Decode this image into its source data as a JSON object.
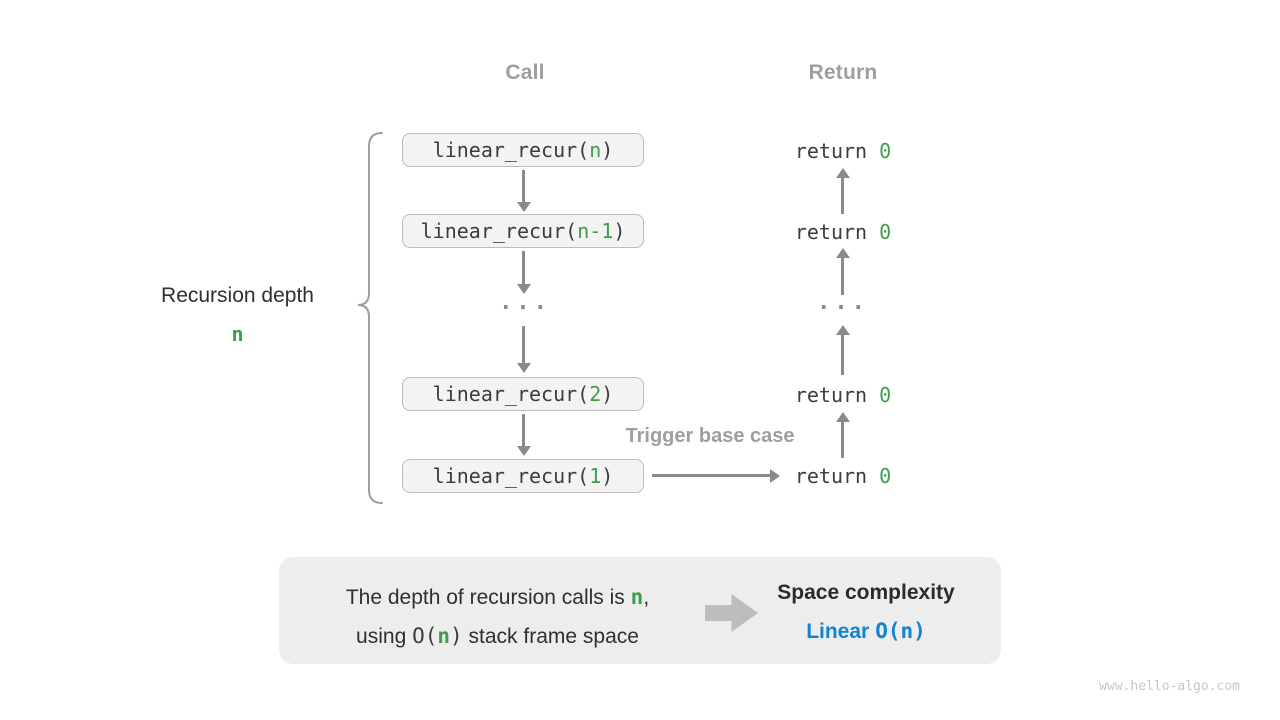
{
  "colors": {
    "green_accent": "#3f9e4c",
    "blue_accent": "#1383d4",
    "gray_label": "#9e9e9e",
    "arrow_gray": "#8a8a8a",
    "code_text": "#3c3c3c",
    "box_bg": "#f3f3f3",
    "box_border": "#bcbcbc",
    "summary_bg": "#ededed"
  },
  "headers": {
    "call": "Call",
    "return": "Return"
  },
  "left_label": {
    "title": "Recursion depth",
    "value": "n"
  },
  "diagram": {
    "ellipsis": "...",
    "call_stack": [
      {
        "prefix": "linear_recur(",
        "arg": "n",
        "suffix": ")"
      },
      {
        "prefix": "linear_recur(",
        "arg": "n-1",
        "suffix": ")"
      },
      {
        "prefix": "linear_recur(",
        "arg": "2",
        "suffix": ")"
      },
      {
        "prefix": "linear_recur(",
        "arg": "1",
        "suffix": ")"
      }
    ],
    "returns": [
      {
        "keyword": "return",
        "value": "0"
      },
      {
        "keyword": "return",
        "value": "0"
      },
      {
        "keyword": "return",
        "value": "0"
      },
      {
        "keyword": "return",
        "value": "0"
      }
    ],
    "trigger_label": "Trigger base case"
  },
  "summary": {
    "line1_pre": "The depth of recursion calls is ",
    "line1_n": "n",
    "line1_post": ",",
    "line2_pre": "using ",
    "line2_o_open": "O(",
    "line2_n": "n",
    "line2_o_close": ")",
    "line2_post": " stack frame space",
    "result_title": "Space complexity",
    "result_word": "Linear",
    "result_big_o": "O(n)"
  },
  "watermark": "www.hello-algo.com"
}
